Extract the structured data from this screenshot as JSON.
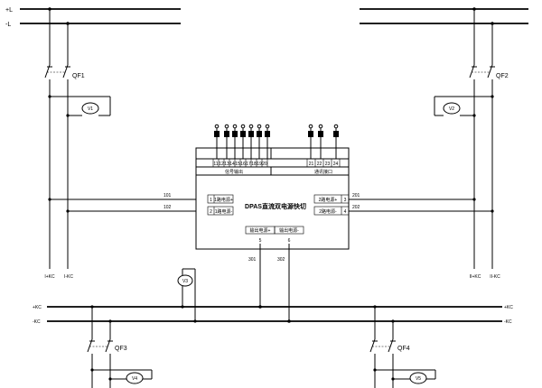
{
  "ac_bus": {
    "plus": "+L",
    "minus": "-L"
  },
  "breakers": {
    "qf1": "QF1",
    "qf2": "QF2",
    "qf3": "QF3",
    "qf4": "QF4"
  },
  "meters": {
    "v1": "V1",
    "v2": "V2",
    "v3": "V3",
    "v4": "V4",
    "v5": "V5"
  },
  "wires": {
    "w101": "101",
    "w102": "102",
    "w201": "201",
    "w202": "202",
    "w301": "301",
    "w302": "302"
  },
  "outputs": {
    "i_plus": "I+KC",
    "i_minus": "I-KC",
    "ii_plus": "II+KC",
    "ii_minus": "II-KC"
  },
  "dc_bus": {
    "left_plus": "+KC",
    "left_minus": "-KC",
    "right_plus": "+KC",
    "right_minus": "-KC"
  },
  "module": {
    "title": "DPAS直流双电源快切",
    "left_group_label": "信号输出",
    "right_group_label": "通讯接口",
    "in1_label": "1路电源+",
    "in1_pin": "1",
    "in2_label": "1路电源-",
    "in2_pin": "2",
    "in3_label": "2路电源+",
    "in3_pin": "3",
    "in4_label": "2路电源-",
    "in4_pin": "4",
    "out5_label": "输出电源+",
    "out5_pin": "5",
    "out6_label": "输出电源-",
    "out6_pin": "6",
    "left_term_labels": [
      "11",
      "12",
      "13",
      "14",
      "15",
      "16",
      "17",
      "18",
      "19",
      "20"
    ],
    "right_term_labels": [
      "21",
      "22",
      "23",
      "24"
    ]
  }
}
